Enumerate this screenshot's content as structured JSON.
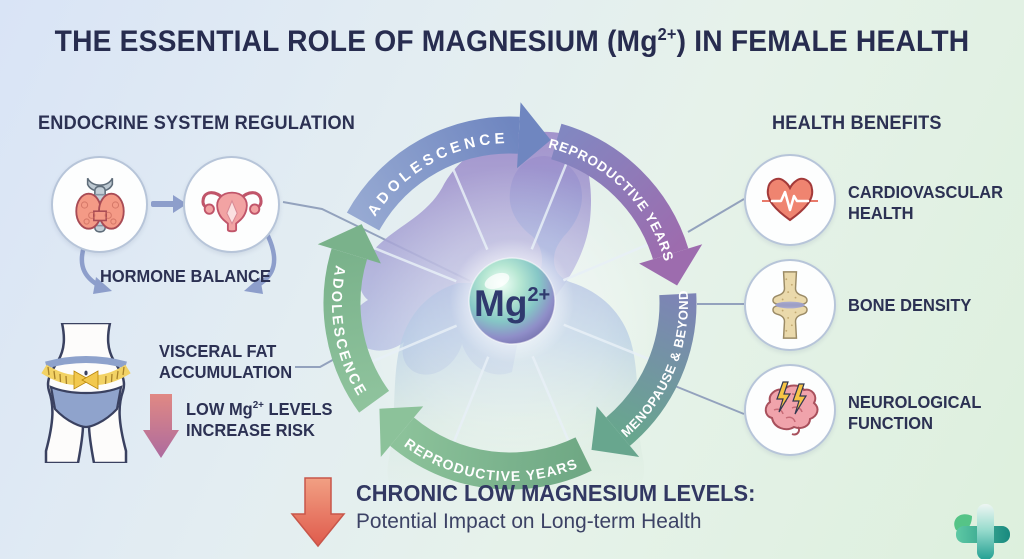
{
  "title": {
    "pre": "THE ESSENTIAL ROLE OF MAGNESIUM (Mg",
    "sup": "2+",
    "post": ") IN FEMALE HEALTH"
  },
  "endocrine": {
    "heading": "ENDOCRINE SYSTEM REGULATION",
    "hormone_balance": "HORMONE BALANCE"
  },
  "visceral": {
    "line1": "VISCERAL FAT",
    "line2": "ACCUMULATION",
    "risk_pre": "LOW Mg",
    "risk_sup": "2+",
    "risk_post": " LEVELS",
    "risk_line2": "INCREASE RISK"
  },
  "ion": {
    "symbol": "Mg",
    "charge": "2+"
  },
  "wheel": {
    "segments": [
      {
        "label": "ADOLESCENCE",
        "color_start": "#96a9d2",
        "color_end": "#6f86c0"
      },
      {
        "label": "REPRODUCTIVE YEARS",
        "color_start": "#8287c1",
        "color_end": "#9d6cae"
      },
      {
        "label": "MENOPAUSE & BEYOND",
        "color_start": "#7d84b6",
        "color_end": "#68a68e"
      },
      {
        "label": "REPRODUCTIVE YEARS",
        "color_start": "#6fa884",
        "color_end": "#8cc29a"
      },
      {
        "label": "ADOLESCENCE",
        "color_start": "#8fc39d",
        "color_end": "#7ab28b"
      }
    ]
  },
  "benefits": {
    "heading": "HEALTH BENEFITS",
    "items": [
      {
        "line1": "CARDIOVASCULAR",
        "line2": "HEALTH"
      },
      {
        "line1": "BONE DENSITY",
        "line2": ""
      },
      {
        "line1": "NEUROLOGICAL",
        "line2": "FUNCTION"
      }
    ]
  },
  "footer": {
    "heading": "CHRONIC LOW MAGNESIUM LEVELS:",
    "subtext": "Potential Impact on Long-term Health"
  },
  "icons": [
    "thyroid-icon",
    "uterus-icon",
    "waist-measure-icon",
    "heart-ecg-icon",
    "bone-joint-icon",
    "brain-icon",
    "down-arrow-icon",
    "medical-cross-leaf-logo"
  ],
  "colors": {
    "heading_navy": "#2c3153",
    "risk_arrow_top": "#e18983",
    "risk_arrow_bottom": "#ad6b9f",
    "footer_arrow_top": "#f2a184",
    "footer_arrow_bottom": "#df5a4c",
    "connector": "#93a2bd",
    "sphere_teal": "#86c8c8",
    "sphere_purple": "#8f8ec8"
  }
}
